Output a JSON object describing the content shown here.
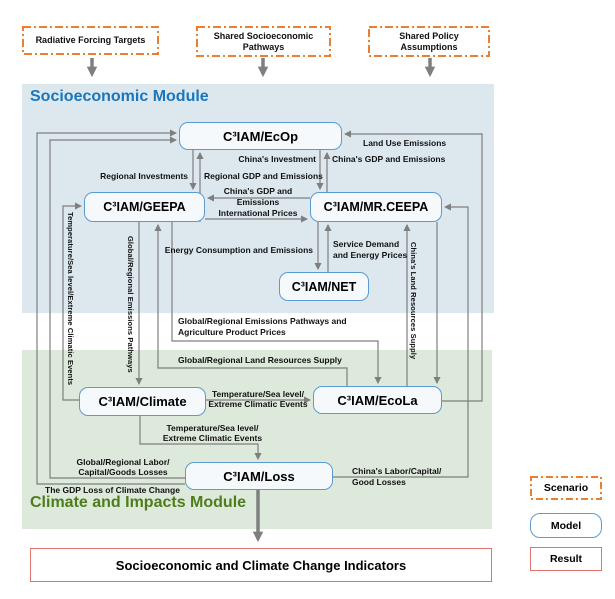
{
  "modules": {
    "socioeconomic": {
      "title": "Socioeconomic Module"
    },
    "climate_impacts": {
      "title": "Climate and Impacts Module"
    }
  },
  "scenarios": {
    "rft": {
      "label": "Radiative Forcing Targets"
    },
    "ssp": {
      "label": "Shared Socioeconomic\nPathways"
    },
    "spa": {
      "label": "Shared Policy\nAssumptions"
    }
  },
  "models": {
    "ecop": {
      "label": "C³IAM/EcOp"
    },
    "geepa": {
      "label": "C³IAM/GEEPA"
    },
    "mrceepa": {
      "label": "C³IAM/MR.CEEPA"
    },
    "net": {
      "label": "C³IAM/NET"
    },
    "climate": {
      "label": "C³IAM/Climate"
    },
    "ecola": {
      "label": "C³IAM/EcoLa"
    },
    "loss": {
      "label": "C³IAM/Loss"
    }
  },
  "flows": {
    "land_use_emissions": {
      "label": "Land Use Emissions"
    },
    "chinas_investment": {
      "label": "China's Investment"
    },
    "chinas_gdp_and_emissions": {
      "label": "China's GDP and Emissions"
    },
    "regional_investments": {
      "label": "Regional Investments"
    },
    "regional_gdp_emissions": {
      "label": "Regional GDP and Emissions"
    },
    "chinas_gdp_emissions_mid": {
      "label": "China's GDP and\nEmissions"
    },
    "international_prices": {
      "label": "International Prices"
    },
    "energy_consumption": {
      "label": "Energy Consumption and Emissions"
    },
    "service_demand": {
      "label": "Service Demand\nand Energy Prices"
    },
    "emissions_agri": {
      "label": "Global/Regional Emissions Pathways and\nAgriculture Product Prices"
    },
    "land_resources_supply": {
      "label": "Global/Regional Land Resources Supply"
    },
    "temp_to_ecola": {
      "label": "Temperature/Sea level/\nExtreme Climatic Events"
    },
    "temp_to_loss": {
      "label": "Temperature/Sea level/\nExtreme Climatic Events"
    },
    "global_labor_losses": {
      "label": "Global/Regional Labor/\nCapital/Goods Losses"
    },
    "gdp_loss": {
      "label": "The GDP Loss of Climate Change"
    },
    "chinas_labor_losses": {
      "label": "China's Labor/Capital/\nGood Losses"
    },
    "v_temp_events": {
      "label": "Temperature/Sea level/Extreme Climatic Events"
    },
    "v_emissions_pathways": {
      "label": "Global/Regional Emissions Pathways"
    },
    "v_chinas_land_supply": {
      "label": "China's Land Resources Supply"
    }
  },
  "result": {
    "label": "Socioeconomic and Climate Change Indicators"
  },
  "legend": {
    "scenario": {
      "label": "Scenario"
    },
    "model": {
      "label": "Model"
    },
    "result": {
      "label": "Result"
    }
  },
  "colors": {
    "socio_bg": "#dce8ee",
    "climate_bg": "#dde9da",
    "socio_title": "#1b76bc",
    "climate_title": "#4e7d1e",
    "model_border": "#5b9bd5",
    "scenario_border": "#ed7d31",
    "result_border": "#e0736c",
    "connector": "#7f7f7f"
  }
}
